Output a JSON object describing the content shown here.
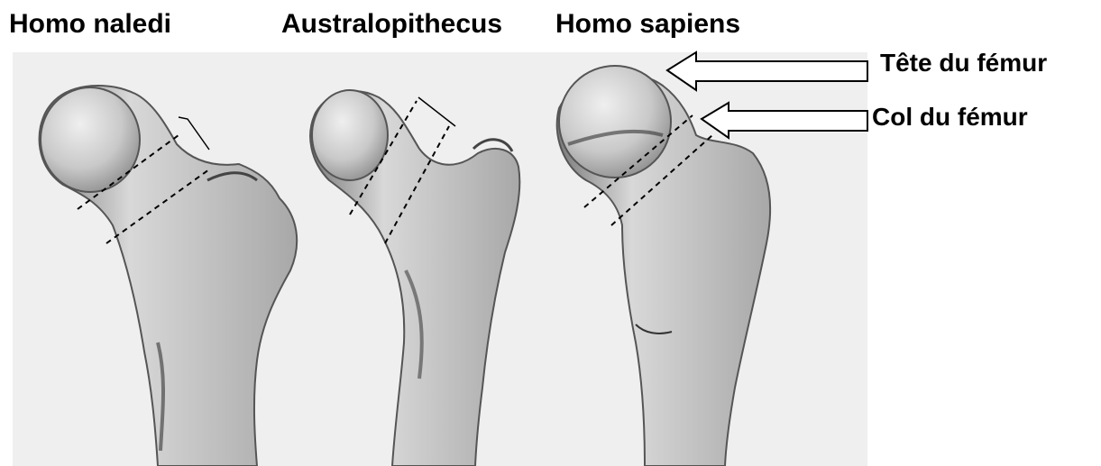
{
  "species_labels": [
    "Homo naledi",
    "Australopithecus",
    "Homo sapiens"
  ],
  "callouts": {
    "head": "Tête du fémur",
    "neck": "Col du fémur"
  },
  "colors": {
    "text": "#000000",
    "bone_fill": "#d6d6d6",
    "bone_stroke": "#555555",
    "paper": "#efefef"
  },
  "icons": [
    "femur-illustration",
    "arrow-left-icon",
    "dashed-neck-line"
  ]
}
